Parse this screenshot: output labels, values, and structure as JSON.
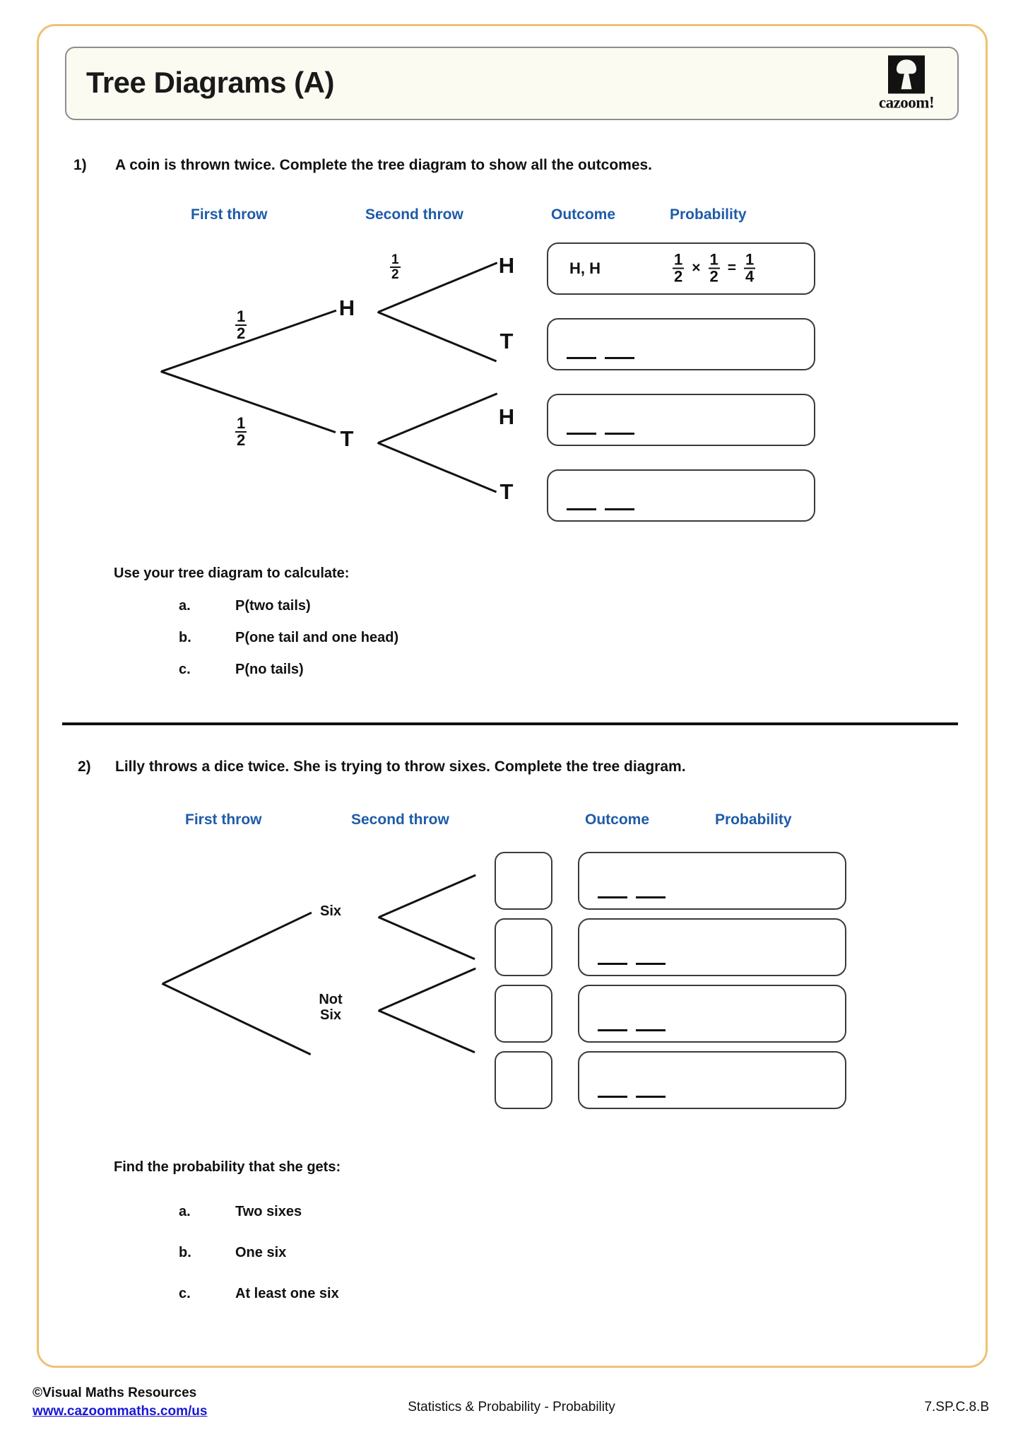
{
  "header": {
    "title": "Tree Diagrams (A)",
    "logo_word": "cazoom!",
    "logo_mark": "drum-icon"
  },
  "questions": [
    {
      "number": "1)",
      "text": "A coin is thrown twice. Complete the tree diagram to show all the outcomes.",
      "columns": {
        "first": "First throw",
        "second": "Second throw",
        "outcome": "Outcome",
        "probability": "Probability"
      },
      "tree": {
        "level1": [
          {
            "label": "H",
            "branch_prob_num": "1",
            "branch_prob_den": "2"
          },
          {
            "label": "T",
            "branch_prob_num": "1",
            "branch_prob_den": "2"
          }
        ],
        "level2": [
          {
            "label": "H",
            "branch_prob_num": "1",
            "branch_prob_den": "2"
          },
          {
            "label": "T",
            "branch_prob_num": "",
            "branch_prob_den": ""
          },
          {
            "label": "H",
            "branch_prob_num": "",
            "branch_prob_den": ""
          },
          {
            "label": "T",
            "branch_prob_num": "",
            "branch_prob_den": ""
          }
        ]
      },
      "rows": [
        {
          "filled": true,
          "outcome": "H, H",
          "prob": {
            "a_num": "1",
            "a_den": "2",
            "times": "×",
            "b_num": "1",
            "b_den": "2",
            "equals": "=",
            "r_num": "1",
            "r_den": "4"
          }
        },
        {
          "filled": false,
          "outcome": "",
          "prob": null
        },
        {
          "filled": false,
          "outcome": "",
          "prob": null
        },
        {
          "filled": false,
          "outcome": "",
          "prob": null
        }
      ],
      "prompt": "Use your tree diagram to calculate:",
      "subparts": [
        {
          "letter": "a.",
          "text": "P(two tails)"
        },
        {
          "letter": "b.",
          "text": "P(one tail and one head)"
        },
        {
          "letter": "c.",
          "text": "P(no tails)"
        }
      ]
    },
    {
      "number": "2)",
      "text": "Lilly throws a dice twice. She is trying to throw sixes. Complete the tree diagram.",
      "columns": {
        "first": "First throw",
        "second": "Second throw",
        "outcome": "Outcome",
        "probability": "Probability"
      },
      "tree": {
        "level1": [
          {
            "label_line1": "Six",
            "label_line2": ""
          },
          {
            "label_line1": "Not",
            "label_line2": "Six"
          }
        ],
        "level2": [
          {
            "label": ""
          },
          {
            "label": ""
          },
          {
            "label": ""
          },
          {
            "label": ""
          }
        ]
      },
      "rows": [
        {
          "filled": false,
          "outcome": "",
          "prob": null
        },
        {
          "filled": false,
          "outcome": "",
          "prob": null
        },
        {
          "filled": false,
          "outcome": "",
          "prob": null
        },
        {
          "filled": false,
          "outcome": "",
          "prob": null
        }
      ],
      "prompt": "Find the probability that she gets:",
      "subparts": [
        {
          "letter": "a.",
          "text": "Two sixes"
        },
        {
          "letter": "b.",
          "text": "One six"
        },
        {
          "letter": "c.",
          "text": "At least one six"
        }
      ]
    }
  ],
  "footer": {
    "copyright": "©Visual Maths Resources",
    "link": "www.cazoommaths.com/us",
    "center": "Statistics & Probability - Probability",
    "code": "7.SP.C.8.B"
  },
  "colors": {
    "heading_blue": "#1F5BA8",
    "page_border": "#F0C173",
    "title_bg": "#FCFBF2",
    "link": "#1A18D6"
  }
}
